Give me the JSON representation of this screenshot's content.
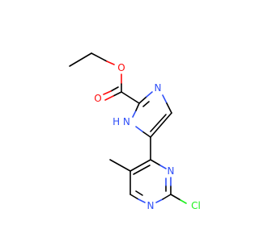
{
  "molecule": {
    "colors": {
      "carbon": "#000000",
      "oxygen": "#ff0d0d",
      "nitrogen": "#3050f8",
      "chlorine": "#1ff01f"
    },
    "atoms": [
      {
        "id": "o_ether",
        "label": "O",
        "element": "oxygen"
      },
      {
        "id": "o_carbonyl",
        "label": "O",
        "element": "oxygen"
      },
      {
        "id": "n_imidazole_3",
        "label": "N",
        "element": "nitrogen"
      },
      {
        "id": "n_imidazole_1h",
        "label": "H N",
        "element": "nitrogen"
      },
      {
        "id": "n_pyrimidine_3",
        "label": "N",
        "element": "nitrogen"
      },
      {
        "id": "n_pyrimidine_1",
        "label": "N",
        "element": "nitrogen"
      },
      {
        "id": "cl",
        "label": "Cl",
        "element": "chlorine"
      }
    ]
  }
}
